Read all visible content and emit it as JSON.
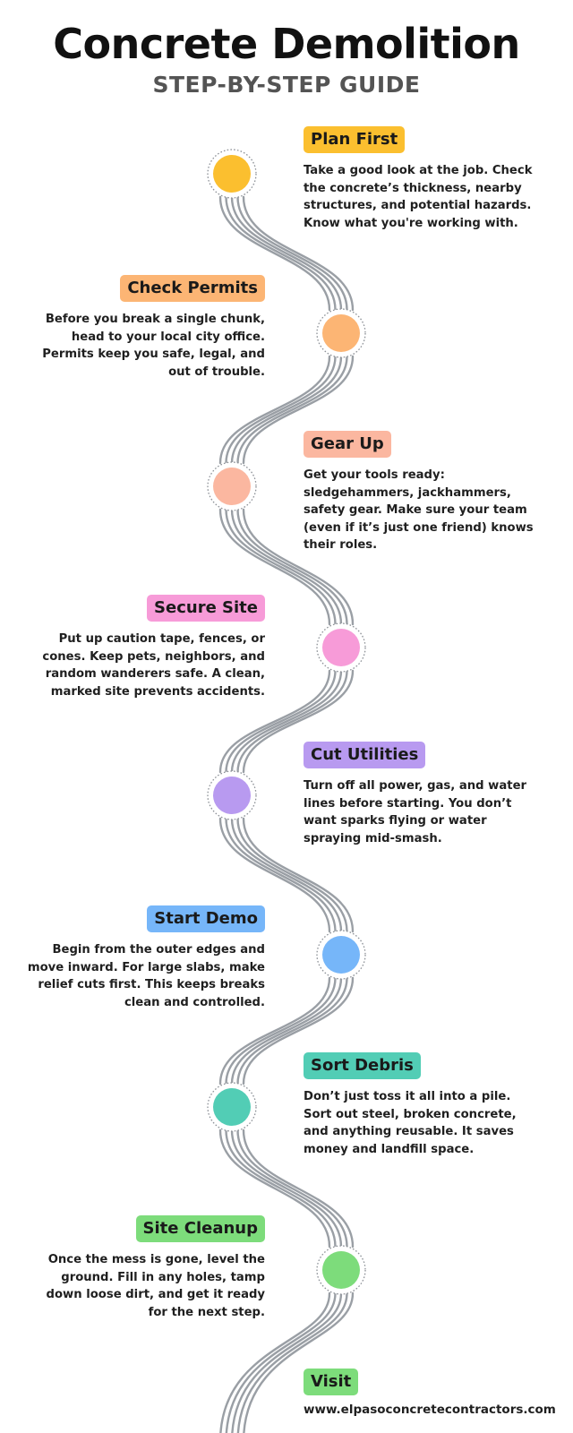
{
  "header": {
    "title": "Concrete Demolition",
    "subtitle": "STEP-BY-STEP GUIDE"
  },
  "path_color": "#9a9fa5",
  "steps": [
    {
      "title": "Plan First",
      "color": "#fbbf2f",
      "badge_color": "#fbbf2f",
      "text": "Take a good look at the job. Check the concrete’s thickness, nearby structures, and potential hazards. Know what you're working with."
    },
    {
      "title": "Check Permits",
      "color": "#fcb574",
      "badge_color": "#fcb574",
      "text": "Before you break a single chunk, head to your local city office. Permits keep you safe, legal, and out of trouble."
    },
    {
      "title": "Gear Up",
      "color": "#fbb7a0",
      "badge_color": "#fbb7a0",
      "text": "Get your tools ready: sledgehammers, jackhammers, safety gear. Make sure your team (even if it’s just one friend) knows their roles."
    },
    {
      "title": "Secure Site",
      "color": "#f79bd8",
      "badge_color": "#f79bd8",
      "text": "Put up caution tape, fences, or cones. Keep pets, neighbors, and random wanderers safe. A clean, marked site prevents accidents."
    },
    {
      "title": "Cut Utilities",
      "color": "#b89af0",
      "badge_color": "#b89af0",
      "text": "Turn off all power, gas, and water lines before starting. You don’t want sparks flying or water spraying mid-smash."
    },
    {
      "title": "Start Demo",
      "color": "#76b6f9",
      "badge_color": "#76b6f9",
      "text": "Begin from the outer edges and move inward. For large slabs, make relief cuts first. This keeps breaks clean and controlled."
    },
    {
      "title": "Sort Debris",
      "color": "#52cdb5",
      "badge_color": "#52cdb5",
      "text": "Don’t just toss it all into a pile. Sort out steel, broken concrete, and anything reusable. It saves money and landfill space."
    },
    {
      "title": "Site Cleanup",
      "color": "#7ddc7b",
      "badge_color": "#7ddc7b",
      "text": "Once the mess is gone, level the ground. Fill in any holes, tamp down loose dirt, and get it ready for the next step."
    }
  ],
  "visit": {
    "title": "Visit",
    "color": "#7ddc7b",
    "url": "www.elpasoconcretecontractors.com"
  }
}
